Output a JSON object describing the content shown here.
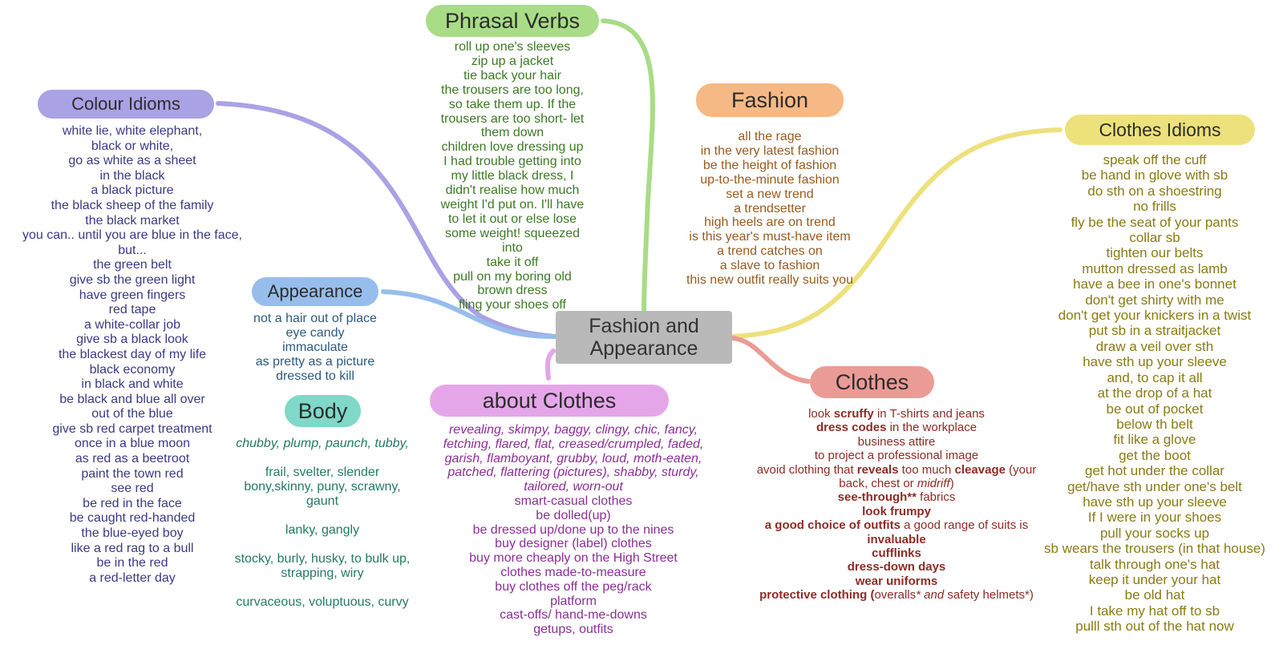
{
  "center": {
    "line1": "Fashion and",
    "line2": "Appearance"
  },
  "colors": {
    "colour_idioms": "#a9a2e4",
    "phrasal_verbs": "#a8dc86",
    "fashion": "#f6b985",
    "clothes_idioms": "#ede17c",
    "appearance": "#97bdec",
    "body": "#7fd8c8",
    "about_clothes": "#e5a6e9",
    "clothes": "#eb9b95",
    "center": "#b9b9b9"
  },
  "topics": {
    "colour_idioms": {
      "title": "Colour Idioms",
      "items": [
        "white lie, white elephant,",
        "black or white,",
        "go as white as a sheet",
        "in the black",
        "a black picture",
        "the black sheep of the family",
        "the black market",
        "you can.. until you are blue in the face,",
        "but...",
        "the green belt",
        "give sb the green light",
        "have green fingers",
        "red tape",
        "a white-collar job",
        "give sb a black look",
        "the blackest day of my life",
        "black economy",
        "in black and white",
        "be black and blue all over",
        "out of the blue",
        "give sb red carpet treatment",
        "once in a blue moon",
        "as red as a beetroot",
        "paint the town red",
        "see red",
        "be red in the face",
        "be caught red-handed",
        "the blue-eyed boy",
        "like a red rag to a bull",
        "be in the red",
        "a red-letter day"
      ]
    },
    "phrasal_verbs": {
      "title": "Phrasal Verbs",
      "items": [
        "roll up one's sleeves",
        "zip up a jacket",
        "tie back your hair",
        "the trousers are too long,",
        "so take them up. If the",
        "trousers are too short- let",
        "them down",
        "children love dressing up",
        "I had trouble getting into",
        "my little black dress, I",
        "didn't realise how much",
        "weight I'd put on. I'll have",
        "to let it out or else lose",
        "some weight! squeezed",
        "into",
        "take it off",
        "pull on my boring old",
        "brown dress",
        "fling your shoes off"
      ]
    },
    "fashion": {
      "title": "Fashion",
      "items": [
        "all the rage",
        "in the very latest fashion",
        "be the height of fashion",
        "up-to-the-minute fashion",
        "set a new trend",
        "a trendsetter",
        "high heels are on trend",
        "is this year's must-have item",
        "a trend catches on",
        "a slave to fashion",
        "this new outfit really suits you"
      ]
    },
    "clothes_idioms": {
      "title": "Clothes Idioms",
      "items": [
        "speak off the cuff",
        "be hand in glove with sb",
        "do sth on a shoestring",
        "no frills",
        "fly be the seat of your pants",
        "collar sb",
        "tighten our belts",
        "mutton dressed as lamb",
        "have a bee in one's bonnet",
        "don't get shirty with me",
        "don't get your knickers in a twist",
        "put sb in a straitjacket",
        "draw a veil over sth",
        "have sth up your sleeve",
        "and, to cap it all",
        "at the drop of a hat",
        "be out of pocket",
        "below th belt",
        "fit like a glove",
        "get the boot",
        "get hot under the collar",
        "get/have sth under one's belt",
        "have sth up your sleeve",
        "If I were in your shoes",
        "pull your socks up",
        "sb wears the trousers (in that house)",
        "talk through one's hat",
        "keep it under your hat",
        "be old hat",
        "I take my hat off to sb",
        "pulll sth out of the hat now"
      ]
    },
    "appearance": {
      "title": "Appearance",
      "items": [
        "not a hair out of place",
        "eye candy",
        "immaculate",
        "as pretty as a picture",
        "dressed to kill"
      ]
    },
    "body": {
      "title": "Body",
      "items": [
        "chubby, plump, paunch, tubby,",
        "frail, svelter, slender",
        "bony,skinny, puny, scrawny,",
        "gaunt",
        "lanky, gangly",
        "stocky, burly, husky, to bulk up,",
        "strapping, wiry",
        "curvaceous, voluptuous, curvy"
      ]
    },
    "about_clothes": {
      "title": "about Clothes",
      "adjectives": [
        "revealing, skimpy, baggy, clingy, chic, fancy,",
        "fetching, flared, flat, creased/crumpled, faded,",
        "garish, flamboyant, grubby, loud, moth-eaten,",
        "patched, flattering (pictures), shabby, sturdy,",
        "tailored, worn-out"
      ],
      "items": [
        "smart-casual clothes",
        "be dolled(up)",
        "be dressed up/done up to the nines",
        "buy designer (label) clothes",
        "buy more cheaply on the High Street",
        "clothes made-to-measure",
        "buy clothes off the peg/rack",
        "platform",
        "cast-offs/ hand-me-downs",
        "getups, outfits"
      ]
    },
    "clothes": {
      "title": "Clothes",
      "l1": {
        "a": "look ",
        "b": "scruffy",
        "c": " in T-shirts and jeans"
      },
      "l2": {
        "b": "dress codes",
        "c": " in the workplace"
      },
      "l3": "business attire",
      "l4": "to project a professional image",
      "l5": {
        "a": "avoid clothing that ",
        "b": "reveals",
        "c": " too much ",
        "d": "cleavage",
        "e": " (your"
      },
      "l6": {
        "a": "back, chest or ",
        "i": "midriff",
        "c": ")"
      },
      "l7": {
        "b": "see-through**",
        "c": " fabrics"
      },
      "l8": "look frumpy",
      "l9": {
        "b": "a good choice of outfits",
        "c": " a good range of suits is"
      },
      "l10": "invaluable",
      "l11": "cufflinks",
      "l12": "dress-down days",
      "l13": "wear uniforms",
      "l14": {
        "b": "protective clothing (",
        "c": "overalls",
        "i": "* and",
        "d": " safety helmets*)"
      }
    }
  }
}
